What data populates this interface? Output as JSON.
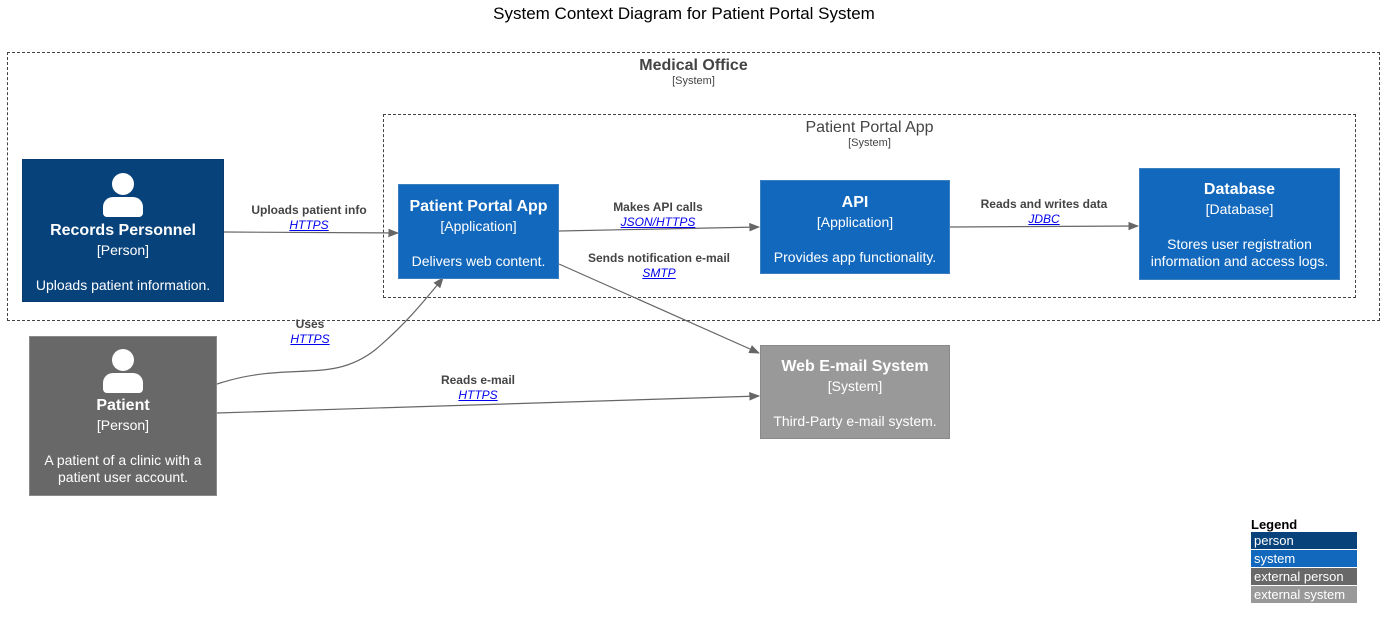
{
  "title": "System Context Diagram for Patient Portal System",
  "boundaries": {
    "medical_office": {
      "name": "Medical Office",
      "type": "[System]"
    },
    "patient_portal": {
      "name": "Patient Portal App",
      "type": "[System]"
    }
  },
  "nodes": {
    "records_personnel": {
      "name": "Records Personnel",
      "type": "[Person]",
      "desc": "Uploads patient information."
    },
    "portal_app": {
      "name": "Patient Portal App",
      "type": "[Application]",
      "desc": "Delivers web content."
    },
    "api": {
      "name": "API",
      "type": "[Application]",
      "desc": "Provides app functionality."
    },
    "database": {
      "name": "Database",
      "type": "[Database]",
      "desc": "Stores user registration information and access logs."
    },
    "patient": {
      "name": "Patient",
      "type": "[Person]",
      "desc": "A patient of a clinic with a patient user account."
    },
    "web_email": {
      "name": "Web E-mail System",
      "type": "[System]",
      "desc": "Third-Party e-mail system."
    }
  },
  "edges": {
    "uploads": {
      "label": "Uploads patient info",
      "tech": "HTTPS"
    },
    "api_calls": {
      "label": "Makes API calls",
      "tech": "JSON/HTTPS"
    },
    "reads_writes": {
      "label": "Reads and writes data",
      "tech": "JDBC"
    },
    "notification": {
      "label": "Sends notification e-mail",
      "tech": "SMTP"
    },
    "uses": {
      "label": "Uses",
      "tech": "HTTPS"
    },
    "reads_email": {
      "label": "Reads e-mail",
      "tech": "HTTPS"
    }
  },
  "legend": {
    "title": "Legend",
    "items": [
      {
        "label": "person",
        "color": "#08427b"
      },
      {
        "label": "system",
        "color": "#1168bd"
      },
      {
        "label": "external person",
        "color": "#686868"
      },
      {
        "label": "external system",
        "color": "#999999"
      }
    ]
  }
}
